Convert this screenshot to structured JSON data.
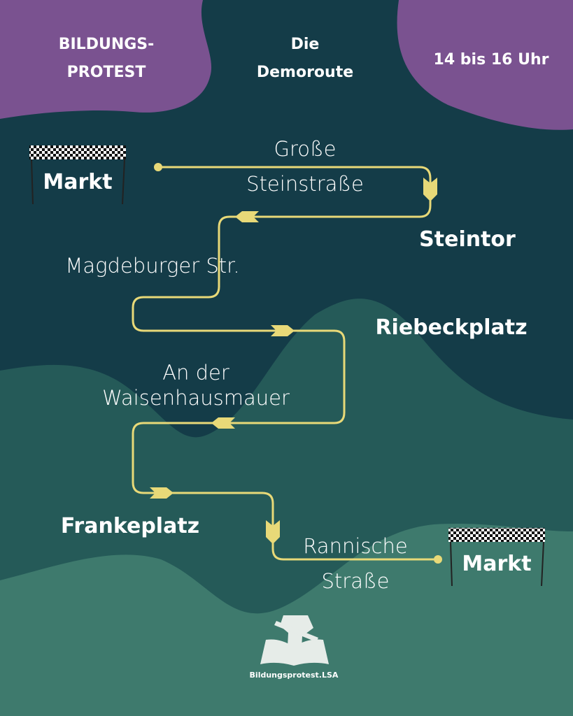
{
  "header": {
    "left_line1": "BILDUNGS-",
    "left_line2": "PROTEST",
    "center_line1": "Die",
    "center_line2": "Demoroute",
    "time": "14 bis 16 Uhr"
  },
  "route": {
    "start": "Markt",
    "street1_line1": "Große",
    "street1_line2": "Steinstraße",
    "stop1": "Steintor",
    "street2": "Magdeburger Str.",
    "stop2": "Riebeckplatz",
    "street3_line1": "An der",
    "street3_line2": "Waisenhausmauer",
    "stop3": "Frankeplatz",
    "street4_line1": "Rannische",
    "street4_line2": "Straße",
    "end": "Markt"
  },
  "logo": {
    "text": "Bildungsprotest.LSA"
  },
  "colors": {
    "dark": "#143c48",
    "purple": "#7a5290",
    "mid": "#255a58",
    "light": "#3e7a6d",
    "route": "#e8d978"
  }
}
